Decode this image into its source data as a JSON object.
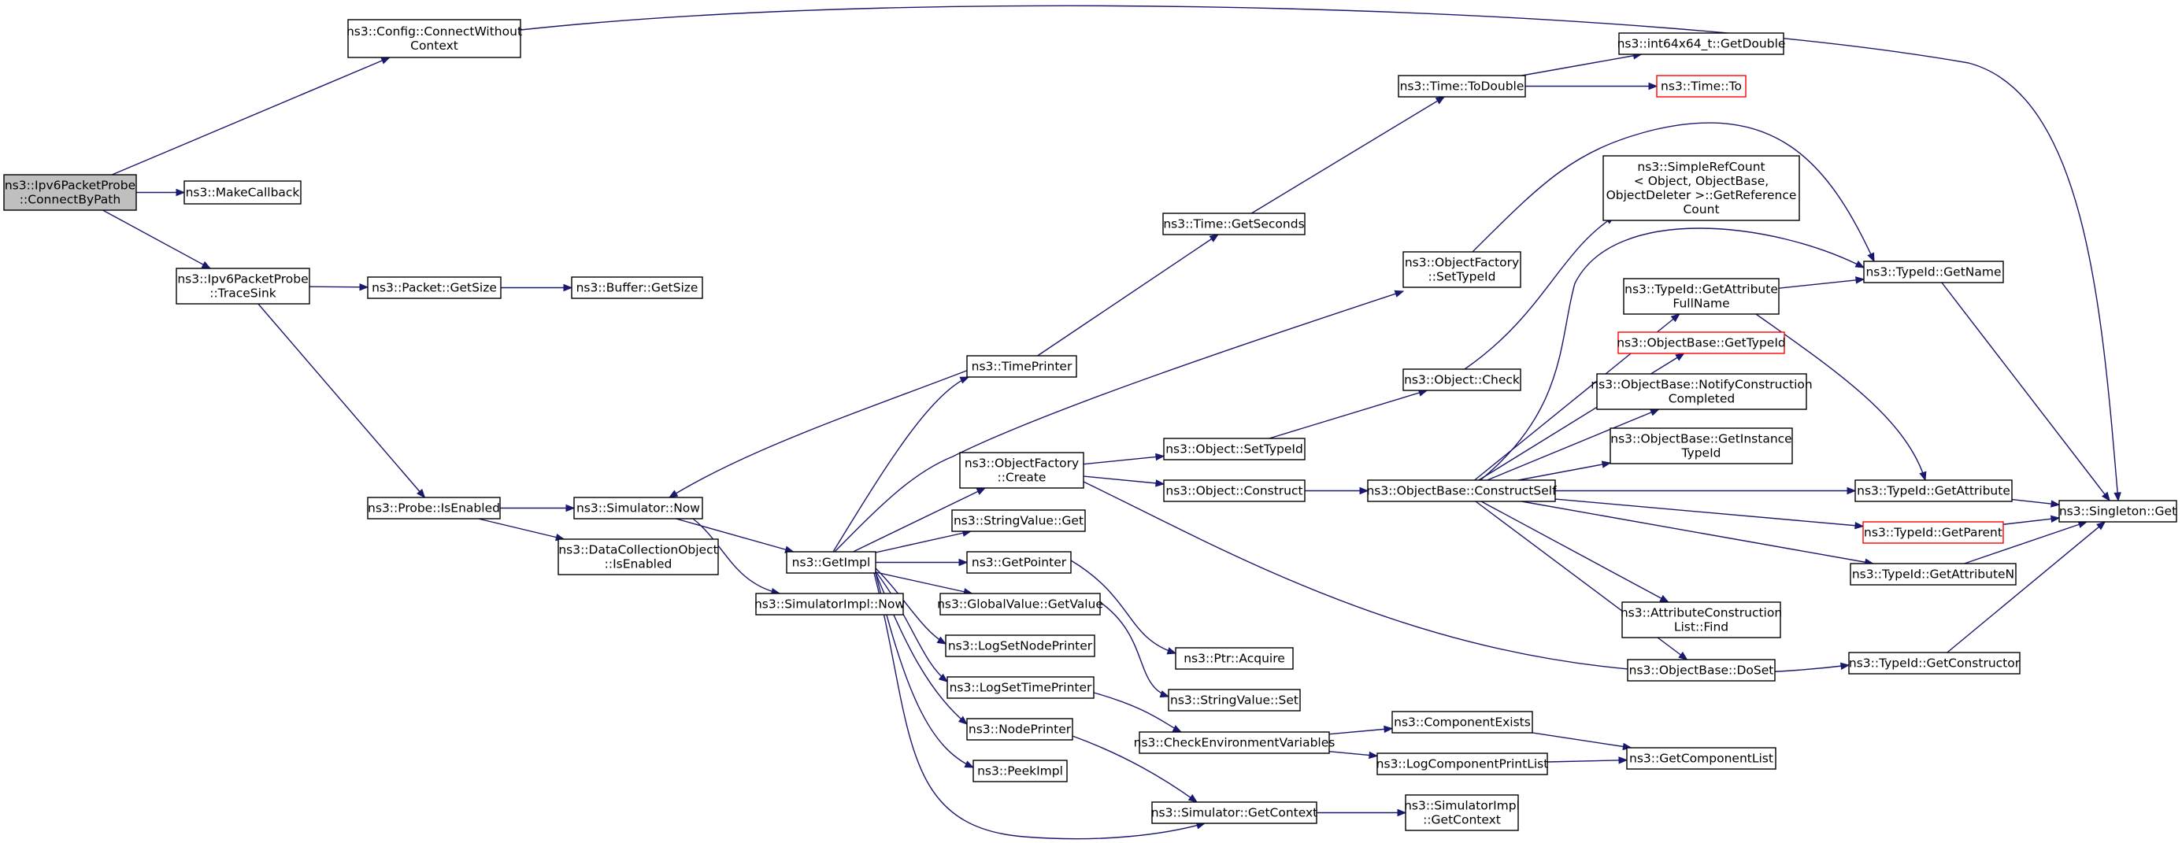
{
  "colors": {
    "edge": "#191970",
    "root_fill": "#bfbfbf",
    "node_border": "#000000",
    "truncated_border": "#ff0000"
  },
  "nodes": [
    {
      "id": "root",
      "lines": [
        "ns3::Ipv6PacketProbe",
        "::ConnectByPath"
      ],
      "style": "root"
    },
    {
      "id": "cfg",
      "lines": [
        "ns3::Config::ConnectWithout",
        "Context"
      ]
    },
    {
      "id": "mkcb",
      "lines": [
        "ns3::MakeCallback"
      ]
    },
    {
      "id": "trace",
      "lines": [
        "ns3::Ipv6PacketProbe",
        "::TraceSink"
      ]
    },
    {
      "id": "pktsize",
      "lines": [
        "ns3::Packet::GetSize"
      ]
    },
    {
      "id": "bufsize",
      "lines": [
        "ns3::Buffer::GetSize"
      ]
    },
    {
      "id": "probe",
      "lines": [
        "ns3::Probe::IsEnabled"
      ]
    },
    {
      "id": "simnow",
      "lines": [
        "ns3::Simulator::Now"
      ]
    },
    {
      "id": "dco",
      "lines": [
        "ns3::DataCollectionObject",
        "::IsEnabled"
      ]
    },
    {
      "id": "getimpl",
      "lines": [
        "ns3::GetImpl"
      ]
    },
    {
      "id": "simimplnow",
      "lines": [
        "ns3::SimulatorImpl::Now"
      ]
    },
    {
      "id": "timeprinter",
      "lines": [
        "ns3::TimePrinter"
      ]
    },
    {
      "id": "ofcreate",
      "lines": [
        "ns3::ObjectFactory",
        "::Create"
      ]
    },
    {
      "id": "strget",
      "lines": [
        "ns3::StringValue::Get"
      ]
    },
    {
      "id": "getptr",
      "lines": [
        "ns3::GetPointer"
      ]
    },
    {
      "id": "gvget",
      "lines": [
        "ns3::GlobalValue::GetValue"
      ]
    },
    {
      "id": "lsnp",
      "lines": [
        "ns3::LogSetNodePrinter"
      ]
    },
    {
      "id": "lstp",
      "lines": [
        "ns3::LogSetTimePrinter"
      ]
    },
    {
      "id": "nodeprinter",
      "lines": [
        "ns3::NodePrinter"
      ]
    },
    {
      "id": "peekimpl",
      "lines": [
        "ns3::PeekImpl"
      ]
    },
    {
      "id": "timesec",
      "lines": [
        "ns3::Time::GetSeconds"
      ]
    },
    {
      "id": "todouble",
      "lines": [
        "ns3::Time::ToDouble"
      ]
    },
    {
      "id": "int64",
      "lines": [
        "ns3::int64x64_t::GetDouble"
      ]
    },
    {
      "id": "timeto",
      "lines": [
        "ns3::Time::To"
      ],
      "style": "red"
    },
    {
      "id": "ofset",
      "lines": [
        "ns3::ObjectFactory",
        "::SetTypeId"
      ]
    },
    {
      "id": "objcheck",
      "lines": [
        "ns3::Object::Check"
      ]
    },
    {
      "id": "objset",
      "lines": [
        "ns3::Object::SetTypeId"
      ]
    },
    {
      "id": "objconstruct",
      "lines": [
        "ns3::Object::Construct"
      ]
    },
    {
      "id": "cself",
      "lines": [
        "ns3::ObjectBase::ConstructSelf"
      ]
    },
    {
      "id": "srcount",
      "lines": [
        "ns3::SimpleRefCount",
        "< Object, ObjectBase,",
        "ObjectDeleter >::GetReference",
        "Count"
      ]
    },
    {
      "id": "getattrfull",
      "lines": [
        "ns3::TypeId::GetAttribute",
        "FullName"
      ]
    },
    {
      "id": "obgettid",
      "lines": [
        "ns3::ObjectBase::GetTypeId"
      ],
      "style": "red"
    },
    {
      "id": "notify",
      "lines": [
        "ns3::ObjectBase::NotifyConstruction",
        "Completed"
      ]
    },
    {
      "id": "getinst",
      "lines": [
        "ns3::ObjectBase::GetInstance",
        "TypeId"
      ]
    },
    {
      "id": "acfind",
      "lines": [
        "ns3::AttributeConstruction",
        "List::Find"
      ]
    },
    {
      "id": "doset",
      "lines": [
        "ns3::ObjectBase::DoSet"
      ]
    },
    {
      "id": "getname",
      "lines": [
        "ns3::TypeId::GetName"
      ]
    },
    {
      "id": "getattr",
      "lines": [
        "ns3::TypeId::GetAttribute"
      ]
    },
    {
      "id": "getparent",
      "lines": [
        "ns3::TypeId::GetParent"
      ],
      "style": "red"
    },
    {
      "id": "getattrn",
      "lines": [
        "ns3::TypeId::GetAttributeN"
      ]
    },
    {
      "id": "getctor",
      "lines": [
        "ns3::TypeId::GetConstructor"
      ]
    },
    {
      "id": "singleton",
      "lines": [
        "ns3::Singleton::Get"
      ]
    },
    {
      "id": "ptracq",
      "lines": [
        "ns3::Ptr::Acquire"
      ]
    },
    {
      "id": "strset",
      "lines": [
        "ns3::StringValue::Set"
      ]
    },
    {
      "id": "checkenv",
      "lines": [
        "ns3::CheckEnvironmentVariables"
      ]
    },
    {
      "id": "compexists",
      "lines": [
        "ns3::ComponentExists"
      ]
    },
    {
      "id": "logcomp",
      "lines": [
        "ns3::LogComponentPrintList"
      ]
    },
    {
      "id": "getcomplist",
      "lines": [
        "ns3::GetComponentList"
      ]
    },
    {
      "id": "simctx",
      "lines": [
        "ns3::Simulator::GetContext"
      ]
    },
    {
      "id": "simimplctx",
      "lines": [
        "ns3::SimulatorImpl",
        "::GetContext"
      ]
    }
  ],
  "edges": [
    [
      "root",
      "cfg"
    ],
    [
      "root",
      "mkcb"
    ],
    [
      "root",
      "trace"
    ],
    [
      "cfg",
      "singleton"
    ],
    [
      "trace",
      "pktsize"
    ],
    [
      "trace",
      "probe"
    ],
    [
      "pktsize",
      "bufsize"
    ],
    [
      "probe",
      "simnow"
    ],
    [
      "probe",
      "dco"
    ],
    [
      "simnow",
      "getimpl"
    ],
    [
      "simnow",
      "simimplnow"
    ],
    [
      "getimpl",
      "timeprinter"
    ],
    [
      "getimpl",
      "ofset"
    ],
    [
      "getimpl",
      "ofcreate"
    ],
    [
      "getimpl",
      "strget"
    ],
    [
      "getimpl",
      "getptr"
    ],
    [
      "getimpl",
      "gvget"
    ],
    [
      "getimpl",
      "lsnp"
    ],
    [
      "getimpl",
      "lstp"
    ],
    [
      "getimpl",
      "nodeprinter"
    ],
    [
      "getimpl",
      "peekimpl"
    ],
    [
      "getimpl",
      "simctx"
    ],
    [
      "timeprinter",
      "simnow"
    ],
    [
      "timeprinter",
      "timesec"
    ],
    [
      "timesec",
      "todouble"
    ],
    [
      "todouble",
      "int64"
    ],
    [
      "todouble",
      "timeto"
    ],
    [
      "ofset",
      "getname"
    ],
    [
      "ofcreate",
      "objset"
    ],
    [
      "ofcreate",
      "objconstruct"
    ],
    [
      "ofcreate",
      "getctor"
    ],
    [
      "objset",
      "objcheck"
    ],
    [
      "objcheck",
      "srcount"
    ],
    [
      "objconstruct",
      "cself"
    ],
    [
      "cself",
      "getname"
    ],
    [
      "cself",
      "getattrfull"
    ],
    [
      "cself",
      "obgettid"
    ],
    [
      "cself",
      "notify"
    ],
    [
      "cself",
      "getinst"
    ],
    [
      "cself",
      "getattr"
    ],
    [
      "cself",
      "getparent"
    ],
    [
      "cself",
      "getattrn"
    ],
    [
      "cself",
      "acfind"
    ],
    [
      "cself",
      "doset"
    ],
    [
      "getattrfull",
      "getname"
    ],
    [
      "getattrfull",
      "getattr"
    ],
    [
      "getname",
      "singleton"
    ],
    [
      "getattr",
      "singleton"
    ],
    [
      "getparent",
      "singleton"
    ],
    [
      "getattrn",
      "singleton"
    ],
    [
      "getctor",
      "singleton"
    ],
    [
      "getptr",
      "ptracq"
    ],
    [
      "gvget",
      "strset"
    ],
    [
      "lstp",
      "checkenv"
    ],
    [
      "checkenv",
      "compexists"
    ],
    [
      "checkenv",
      "logcomp"
    ],
    [
      "compexists",
      "getcomplist"
    ],
    [
      "logcomp",
      "getcomplist"
    ],
    [
      "nodeprinter",
      "simctx"
    ],
    [
      "simctx",
      "simimplctx"
    ]
  ]
}
